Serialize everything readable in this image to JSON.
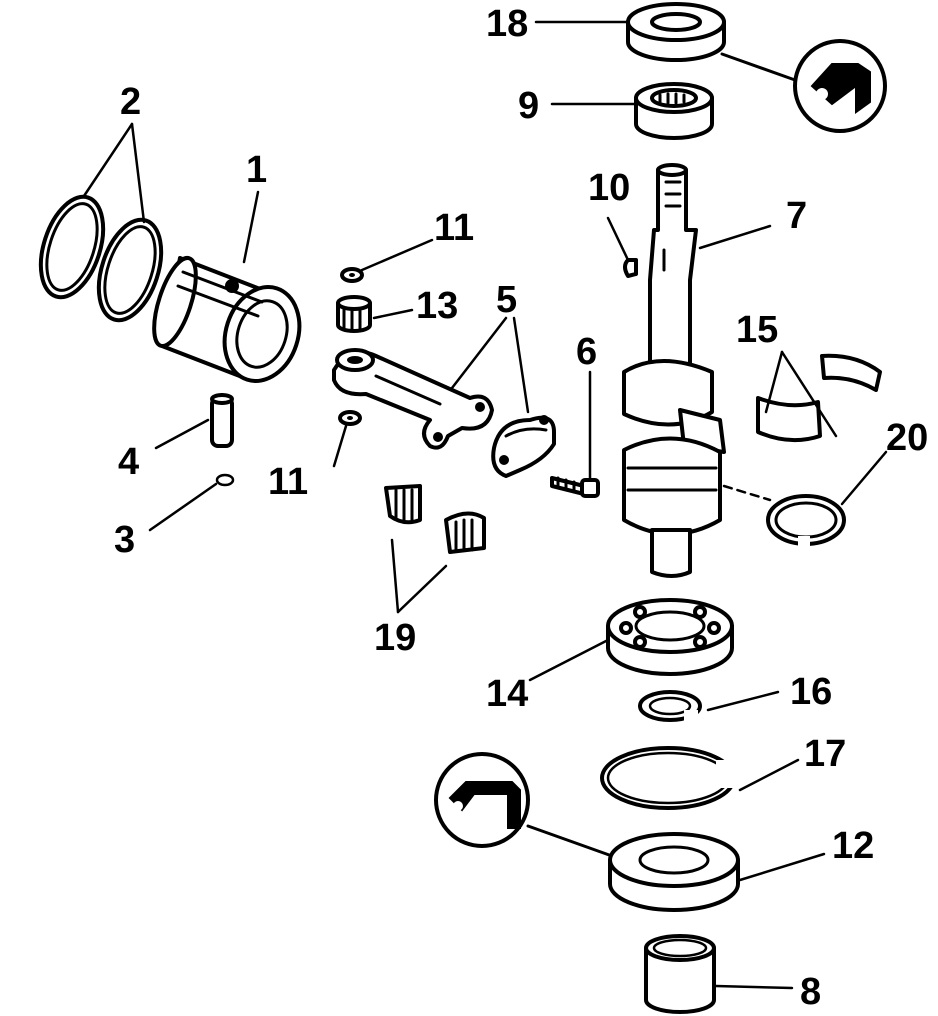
{
  "callouts": [
    {
      "id": "1",
      "label": "1"
    },
    {
      "id": "2",
      "label": "2"
    },
    {
      "id": "3",
      "label": "3"
    },
    {
      "id": "4",
      "label": "4"
    },
    {
      "id": "5",
      "label": "5"
    },
    {
      "id": "6",
      "label": "6"
    },
    {
      "id": "7",
      "label": "7"
    },
    {
      "id": "8",
      "label": "8"
    },
    {
      "id": "9",
      "label": "9"
    },
    {
      "id": "10",
      "label": "10"
    },
    {
      "id": "11a",
      "label": "11"
    },
    {
      "id": "11b",
      "label": "11"
    },
    {
      "id": "12",
      "label": "12"
    },
    {
      "id": "13",
      "label": "13"
    },
    {
      "id": "14",
      "label": "14"
    },
    {
      "id": "15",
      "label": "15"
    },
    {
      "id": "16",
      "label": "16"
    },
    {
      "id": "17",
      "label": "17"
    },
    {
      "id": "18",
      "label": "18"
    },
    {
      "id": "19",
      "label": "19"
    },
    {
      "id": "20",
      "label": "20"
    }
  ],
  "icons": [
    "sealant-application-icon",
    "sealant-application-icon"
  ]
}
